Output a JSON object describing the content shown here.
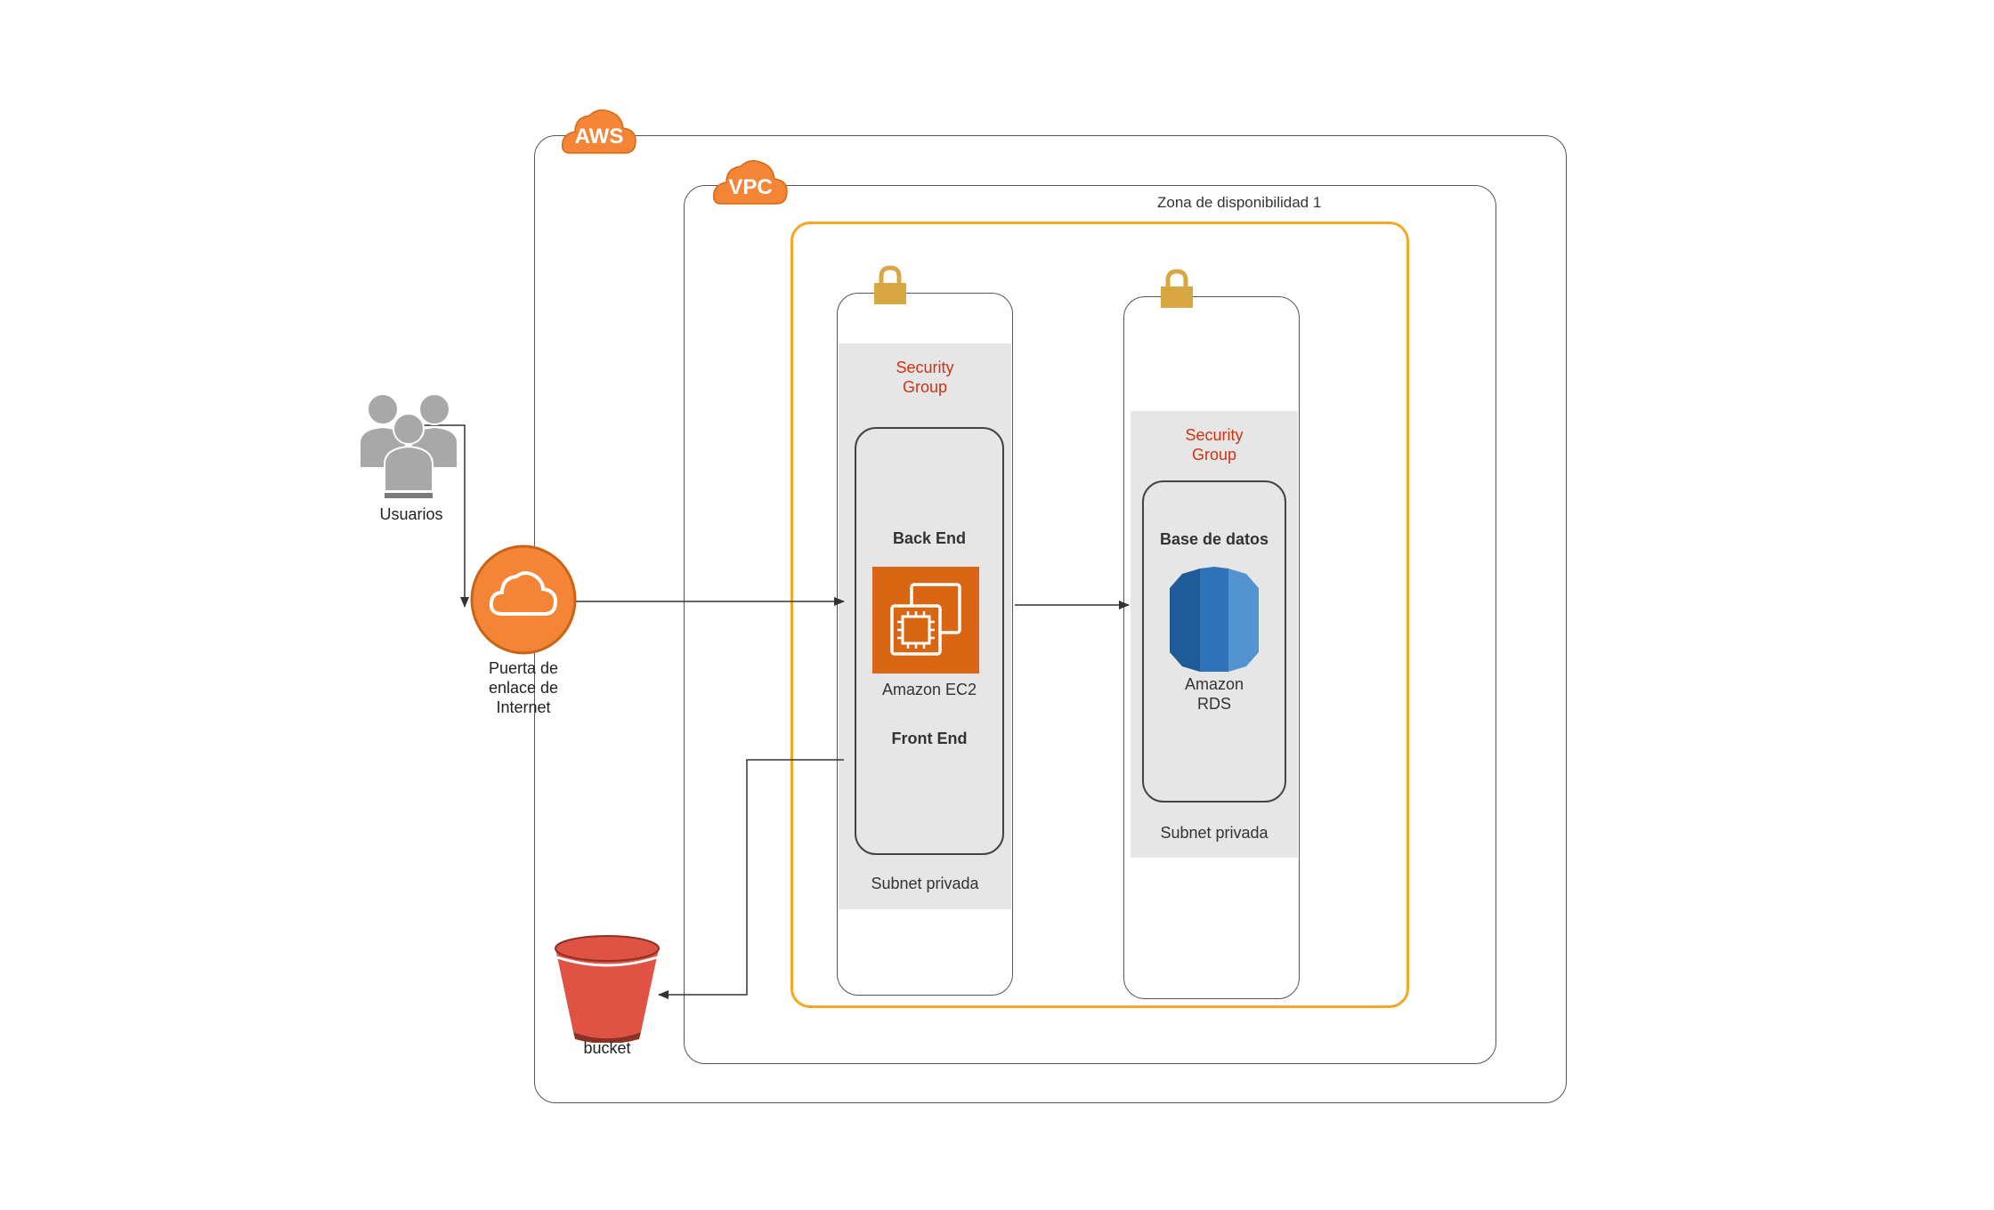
{
  "badges": {
    "aws": "AWS",
    "vpc": "VPC"
  },
  "zone_label": "Zona de disponibilidad 1",
  "users": {
    "label": "Usuarios",
    "icon": "users-icon"
  },
  "gateway": {
    "label_lines": [
      "Puerta de",
      "enlace de",
      "Internet"
    ],
    "icon": "cloud-icon"
  },
  "bucket": {
    "label": "bucket",
    "icon": "bucket-icon"
  },
  "subnet_left": {
    "security_group_lines": [
      "Security",
      "Group"
    ],
    "back_end": "Back End",
    "service": "Amazon EC2",
    "front_end": "Front End",
    "subnet_label": "Subnet privada"
  },
  "subnet_right": {
    "security_group_lines": [
      "Security",
      "Group"
    ],
    "database": "Base de datos",
    "service_lines": [
      "Amazon",
      "RDS"
    ],
    "subnet_label": "Subnet privada"
  },
  "colors": {
    "aws_orange": "#F58536",
    "zone_orange": "#F5A623",
    "lock_gold": "#D9A741",
    "ec2_orange": "#D86613",
    "rds_blue": "#2E73B8",
    "bucket_red": "#E05243",
    "security_red": "#D13212",
    "group_gray": "#E6E6E6"
  }
}
